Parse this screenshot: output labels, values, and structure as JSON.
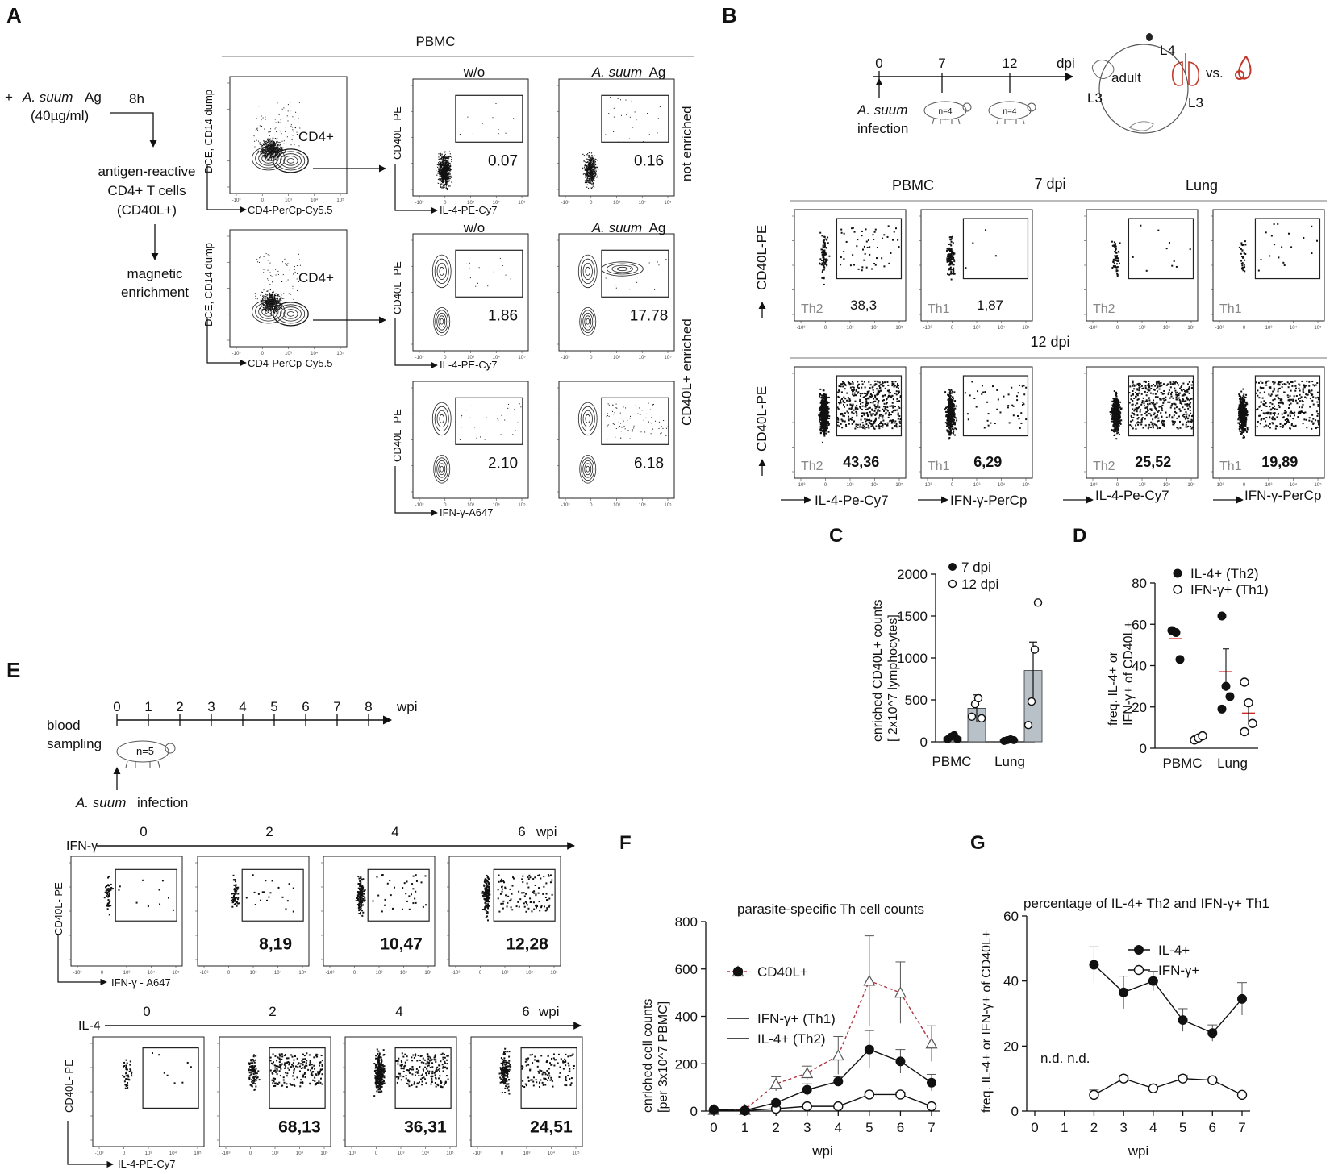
{
  "panel_labels": {
    "A": "A",
    "B": "B",
    "C": "C",
    "D": "D",
    "E": "E",
    "F": "F",
    "G": "G"
  },
  "panel_A": {
    "header": "PBMC",
    "stim_plus": "+",
    "stim_species": "A. suum",
    "stim_ag": "Ag",
    "stim_conc": "(40µg/ml)",
    "time": "8h",
    "reactive_line1": "antigen-reactive",
    "reactive_line2": "CD4+ T cells",
    "reactive_line3": "(CD40L+)",
    "enrich_line1": "magnetic",
    "enrich_line2": "enrichment",
    "gate_label": "CD4+",
    "y_dump": "DCE, CD14 dump",
    "x_cd4": "CD4-PerCp-Cy5.5",
    "y_cd40l": "CD40L- PE",
    "x_il4": "IL-4-PE-Cy7",
    "x_ifng": "IFN-γ-A647",
    "col_wo": "w/o",
    "col_ag_species": "A. suum",
    "col_ag": "Ag",
    "side_not_enriched": "not enriched",
    "side_enriched": "CD40L+ enriched",
    "vals": {
      "ne_wo": "0.07",
      "ne_ag": "0.16",
      "en_il4_wo": "1.86",
      "en_il4_ag": "17.78",
      "en_ifn_wo": "2.10",
      "en_ifn_ag": "6.18"
    }
  },
  "panel_B": {
    "timeline_ticks": [
      "0",
      "7",
      "12"
    ],
    "dpi": "dpi",
    "infect_species": "A. suum",
    "infect_word": "infection",
    "n4": "n=4",
    "cycle_adult": "adult",
    "cycle_L4": "L4",
    "cycle_L3a": "L3",
    "cycle_L3b": "L3",
    "cycle_vs": "vs.",
    "hdr_pbmc": "PBMC",
    "hdr_7dpi": "7 dpi",
    "hdr_lung": "Lung",
    "hdr_12dpi": "12 dpi",
    "y_cd40l": "CD40L-PE",
    "x_il4": "IL-4-Pe-Cy7",
    "x_ifn": "IFN-γ-PerCp",
    "th2": "Th2",
    "th1": "Th1",
    "r7": {
      "pbmc_th2": "38,3",
      "pbmc_th1": "1,87"
    },
    "r12": {
      "pbmc_th2": "43,36",
      "pbmc_th1": "6,29",
      "lung_th2": "25,52",
      "lung_th1": "19,89"
    }
  },
  "panel_E": {
    "ticks": [
      "0",
      "1",
      "2",
      "3",
      "4",
      "5",
      "6",
      "7",
      "8"
    ],
    "wpi": "wpi",
    "blood_line1": "blood",
    "blood_line2": "sampling",
    "n5": "n=5",
    "infect_species": "A. suum",
    "infect_word": "infection",
    "row1_label": "IFN-γ",
    "row2_label": "IL-4",
    "row_ticks": [
      "0",
      "2",
      "4",
      "6"
    ],
    "y_cd40l": "CD40L- PE",
    "x_ifn": "IFN-γ - A647",
    "x_il4": "IL-4-PE-Cy7",
    "ifn_vals": [
      "",
      "8,19",
      "10,47",
      "12,28"
    ],
    "il4_vals": [
      "",
      "68,13",
      "36,31",
      "24,51"
    ]
  },
  "chart_data": [
    {
      "id": "C",
      "type": "bar",
      "ylabel": "enriched CD40L+ counts [ 2x10^7 lymphocytes]",
      "categories": [
        "PBMC",
        "Lung"
      ],
      "ylim": [
        0,
        2000
      ],
      "yticks": [
        0,
        500,
        1000,
        1500,
        2000
      ],
      "legend_position": "top-right",
      "series": [
        {
          "name": "7 dpi",
          "marker": "filled",
          "values": [
            50,
            20
          ],
          "points": [
            [
              30,
              60,
              80,
              30
            ],
            [
              10,
              20,
              30,
              20
            ]
          ]
        },
        {
          "name": "12 dpi",
          "marker": "open",
          "values": [
            400,
            850
          ],
          "points": [
            [
              300,
              450,
              520,
              280
            ],
            [
              200,
              480,
              1100,
              1660
            ]
          ]
        }
      ]
    },
    {
      "id": "D",
      "type": "scatter",
      "ylabel": "freq. IL-4+ or IFN-γ+ of CD40L+",
      "categories": [
        "PBMC",
        "Lung"
      ],
      "ylim": [
        0,
        80
      ],
      "yticks": [
        0,
        20,
        40,
        60,
        80
      ],
      "series": [
        {
          "name": "IL-4+ (Th2)",
          "marker": "filled",
          "mean": [
            53,
            37
          ],
          "points": [
            [
              57,
              56,
              43
            ],
            [
              64,
              30,
              25,
              19
            ]
          ]
        },
        {
          "name": "IFN-γ+ (Th1)",
          "marker": "open",
          "mean": [
            4.5,
            17
          ],
          "points": [
            [
              4,
              5,
              6
            ],
            [
              32,
              22,
              12,
              8
            ]
          ]
        }
      ]
    },
    {
      "id": "F",
      "type": "line",
      "title": "parasite-specific Th cell counts",
      "xlabel": "wpi",
      "ylabel": "enriched cell counts [per 3x10^7 PBMC]",
      "x": [
        0,
        1,
        2,
        3,
        4,
        5,
        6,
        7
      ],
      "ylim": [
        0,
        800
      ],
      "yticks": [
        0,
        200,
        400,
        600,
        800
      ],
      "series": [
        {
          "name": "CD40L+",
          "marker": "triangle",
          "values": [
            5,
            5,
            115,
            160,
            235,
            550,
            500,
            285
          ],
          "err": [
            5,
            5,
            30,
            30,
            80,
            190,
            130,
            75
          ]
        },
        {
          "name": "IFN-γ+ (Th1)",
          "marker": "open",
          "values": [
            5,
            2,
            10,
            20,
            20,
            70,
            70,
            20
          ],
          "err": [
            3,
            2,
            5,
            5,
            5,
            10,
            10,
            5
          ]
        },
        {
          "name": "IL-4+ (Th2)",
          "marker": "filled",
          "values": [
            5,
            3,
            35,
            90,
            125,
            260,
            210,
            120
          ],
          "err": [
            3,
            2,
            10,
            25,
            20,
            80,
            50,
            35
          ]
        }
      ]
    },
    {
      "id": "G",
      "type": "line",
      "title": "percentage of IL-4+ Th2 and IFN-γ+ Th1",
      "xlabel": "wpi",
      "ylabel": "freq. IL-4+ or IFN-γ+ of CD40L+",
      "x": [
        0,
        1,
        2,
        3,
        4,
        5,
        6,
        7
      ],
      "ylim": [
        0,
        60
      ],
      "yticks": [
        0,
        20,
        40,
        60
      ],
      "annotation": "n.d. n.d.",
      "series": [
        {
          "name": "IL-4+",
          "marker": "filled",
          "x": [
            2,
            3,
            4,
            5,
            6,
            7
          ],
          "values": [
            45,
            36.5,
            40,
            28,
            24,
            34.5
          ],
          "err": [
            5.5,
            5,
            3,
            3.5,
            2.5,
            5
          ]
        },
        {
          "name": "IFN-γ+",
          "marker": "open",
          "x": [
            2,
            3,
            4,
            5,
            6,
            7
          ],
          "values": [
            5,
            10,
            7,
            10,
            9.5,
            5
          ],
          "err": [
            1.5,
            1,
            0.5,
            1,
            0.5,
            0.5
          ]
        }
      ]
    }
  ]
}
